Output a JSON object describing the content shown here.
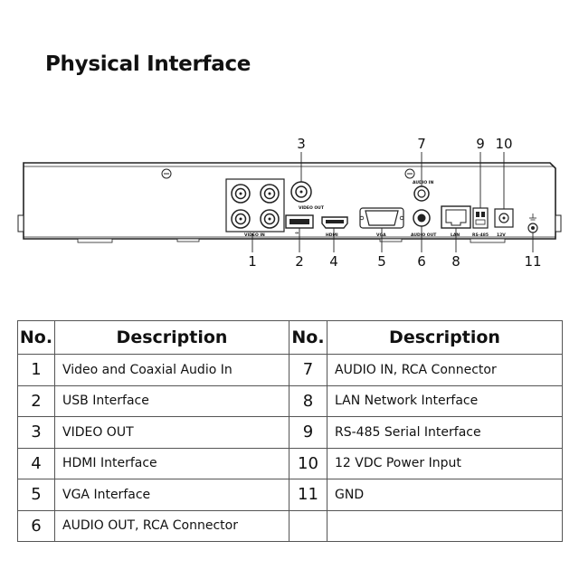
{
  "title": "Physical Interface",
  "callouts": {
    "top": [
      "3",
      "7",
      "9",
      "10"
    ],
    "bottom": [
      "1",
      "2",
      "4",
      "5",
      "6",
      "8",
      "11"
    ]
  },
  "port_labels": {
    "video_in": "VIDEO IN",
    "video_out": "VIDEO OUT",
    "hdmi": "HDMI",
    "vga": "VGA",
    "audio_in": "AUDIO IN",
    "audio_out": "AUDIO OUT",
    "lan": "LAN",
    "rs485": "RS-485",
    "power": "12V"
  },
  "table": {
    "headers": [
      "No.",
      "Description",
      "No.",
      "Description"
    ],
    "rows": [
      {
        "no1": "1",
        "desc1": "Video and Coaxial Audio In",
        "no2": "7",
        "desc2": "AUDIO IN, RCA Connector"
      },
      {
        "no1": "2",
        "desc1": "USB Interface",
        "no2": "8",
        "desc2": "LAN Network Interface"
      },
      {
        "no1": "3",
        "desc1": "VIDEO OUT",
        "no2": "9",
        "desc2": "RS-485 Serial Interface"
      },
      {
        "no1": "4",
        "desc1": "HDMI Interface",
        "no2": "10",
        "desc2": "12 VDC Power Input"
      },
      {
        "no1": "5",
        "desc1": "VGA Interface",
        "no2": "11",
        "desc2": "GND"
      },
      {
        "no1": "6",
        "desc1": "AUDIO OUT, RCA Connector",
        "no2": "",
        "desc2": ""
      }
    ]
  }
}
